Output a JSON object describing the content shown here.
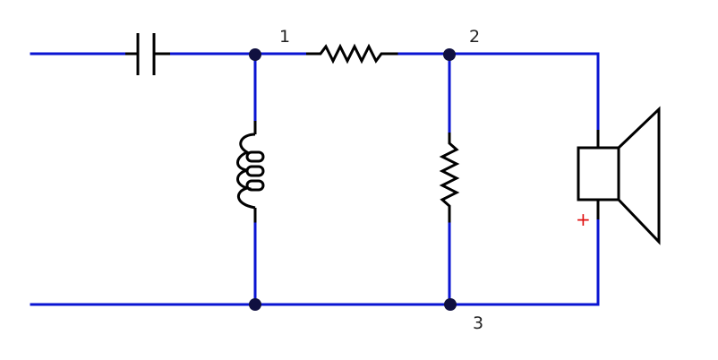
{
  "diagram": {
    "node_labels": [
      "1",
      "2",
      "3"
    ],
    "polarity_mark": "+"
  }
}
